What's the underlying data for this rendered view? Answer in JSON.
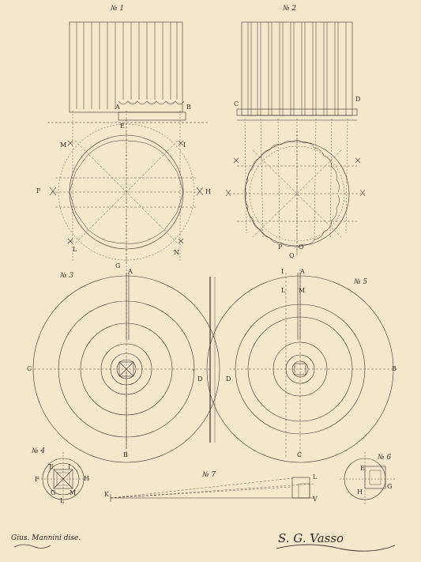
{
  "figures": {
    "f1": "№ 1",
    "f2": "№ 2",
    "f3": "№ 3",
    "f4": "№ 4",
    "f5": "№ 5",
    "f6": "№ 6",
    "f7": "№ 7"
  },
  "labels": {
    "f1": {
      "a": "A",
      "b": "B",
      "e": "E",
      "m": "M",
      "i": "I",
      "f": "F",
      "h": "H",
      "l": "L",
      "n": "N"
    },
    "f2": {
      "c": "C",
      "d": "D",
      "p": "P",
      "o": "O",
      "q": "Q"
    },
    "f3": {
      "g": "G",
      "a": "A",
      "c": "C",
      "b": "B",
      "d": "D"
    },
    "f5": {
      "i": "I",
      "a": "A",
      "l": "L",
      "m": "M",
      "d": "D",
      "b": "B",
      "c": "C"
    },
    "f4": {
      "e": "E",
      "i": "I",
      "f": "F",
      "h": "H",
      "g": "G",
      "m": "M",
      "l": "L"
    },
    "f6": {
      "e": "E",
      "h": "H",
      "g": "G"
    },
    "f7": {
      "k": "K",
      "l": "L",
      "v": "V"
    }
  },
  "signatures": {
    "left": "Gius. Mannini dise.",
    "right": "S. G. Vasso"
  },
  "colors": {
    "paper": "#f3e7cc",
    "ink": "#3a342a",
    "faint": "#8a7f6a"
  }
}
